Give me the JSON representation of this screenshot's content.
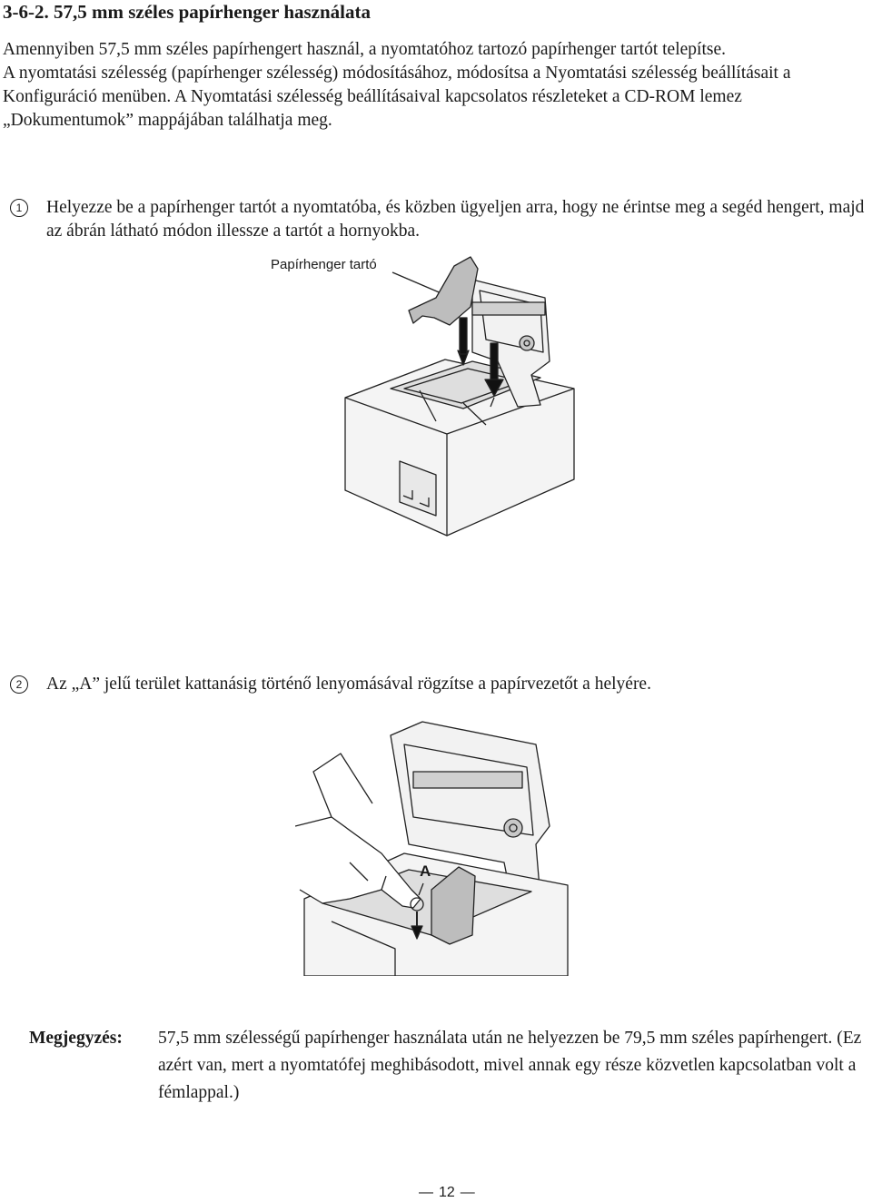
{
  "heading": "3-6-2. 57,5 mm széles papírhenger használata",
  "intro": [
    "Amennyiben 57,5 mm széles papírhengert használ, a nyomtatóhoz tartozó papírhenger tartót telepítse.",
    "A nyomtatási szélesség (papírhenger szélesség) módosításához, módosítsa a Nyomtatási szélesség beállításait a Konfiguráció menüben. A Nyomtatási szélesség beállításaival kapcsolatos részleteket a CD-ROM lemez „Dokumentumok” mappájában találhatja meg."
  ],
  "steps": [
    {
      "number": "1",
      "text": "Helyezze be a papírhenger tartót a nyomtatóba, és közben ügyeljen arra, hogy ne érintse meg a segéd hengert, majd az ábrán látható módon illessze a tartót a hornyokba."
    },
    {
      "number": "2",
      "text": "Az „A” jelű terület kattanásig történő lenyomásával rögzítse a papírvezetőt a helyére."
    }
  ],
  "figure1": {
    "callout": "Papírhenger tartó"
  },
  "figure2": {
    "callout": "A"
  },
  "note": {
    "label": "Megjegyzés:",
    "text": "57,5 mm szélességű papírhenger használata után ne helyezzen be 79,5 mm széles papírhengert. (Ez azért van, mert a nyomtatófej meghibásodott, mivel annak egy része közvetlen kapcsolatban volt a fémlappal.)"
  },
  "page_number": "12"
}
